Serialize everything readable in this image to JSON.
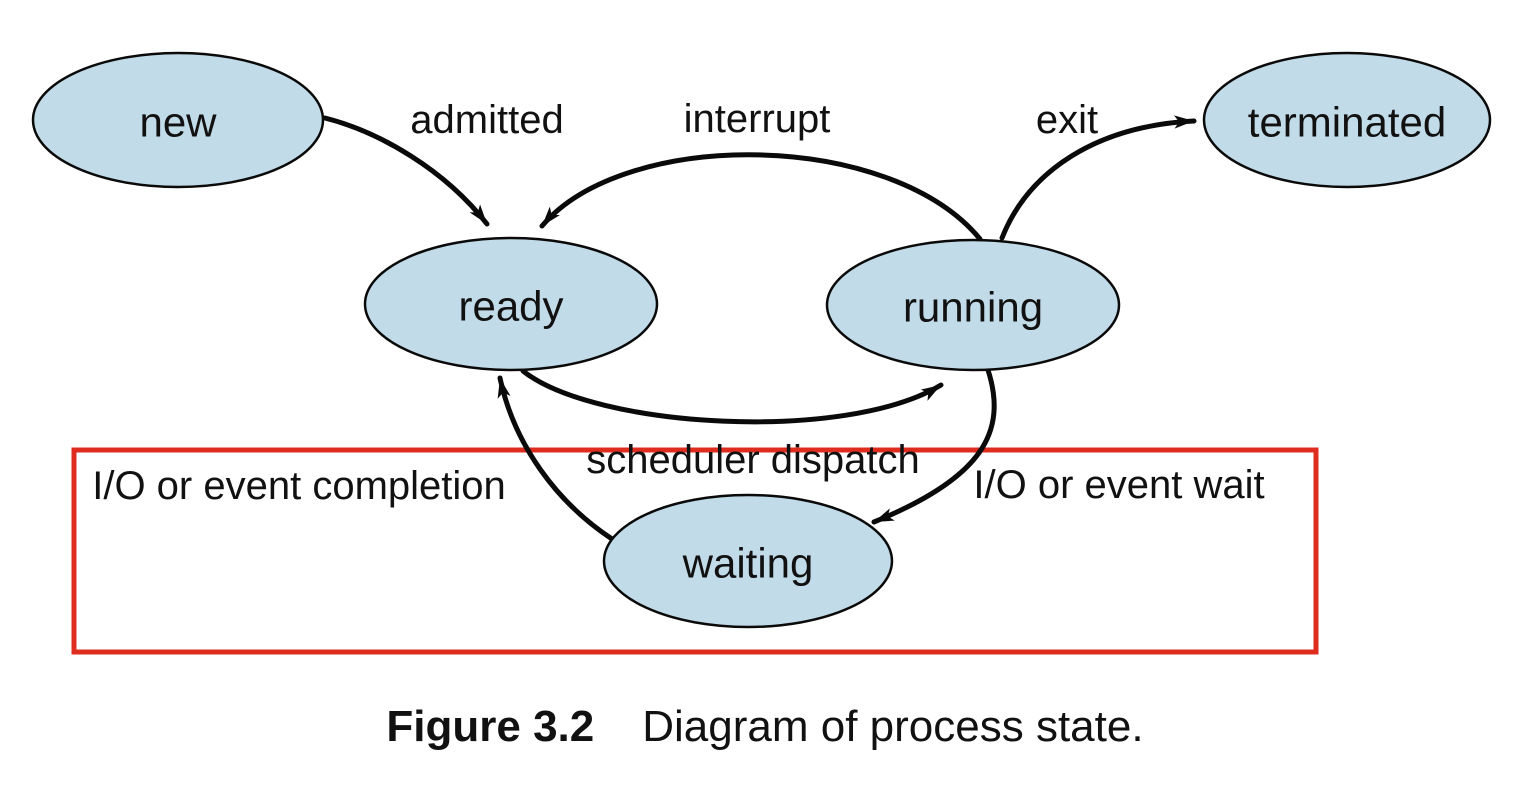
{
  "figure": {
    "caption_label": "Figure 3.2",
    "caption_text": "Diagram of process state."
  },
  "colors": {
    "background": "#ffffff",
    "state_fill": "#c2dbe8",
    "state_stroke": "#0a0a0a",
    "arrow": "#0a0a0a",
    "text": "#111111",
    "highlight": "#de2d1f"
  },
  "states": [
    {
      "id": "new",
      "label": "new"
    },
    {
      "id": "ready",
      "label": "ready"
    },
    {
      "id": "running",
      "label": "running"
    },
    {
      "id": "terminated",
      "label": "terminated"
    },
    {
      "id": "waiting",
      "label": "waiting"
    }
  ],
  "transitions": [
    {
      "id": "admitted",
      "label": "admitted",
      "from": "new",
      "to": "ready"
    },
    {
      "id": "interrupt",
      "label": "interrupt",
      "from": "running",
      "to": "ready"
    },
    {
      "id": "exit",
      "label": "exit",
      "from": "running",
      "to": "terminated"
    },
    {
      "id": "scheduler_dispatch",
      "label": "scheduler dispatch",
      "from": "ready",
      "to": "running"
    },
    {
      "id": "io_event_wait",
      "label": "I/O or event wait",
      "from": "running",
      "to": "waiting"
    },
    {
      "id": "io_event_completion",
      "label": "I/O or event completion",
      "from": "waiting",
      "to": "ready"
    }
  ]
}
